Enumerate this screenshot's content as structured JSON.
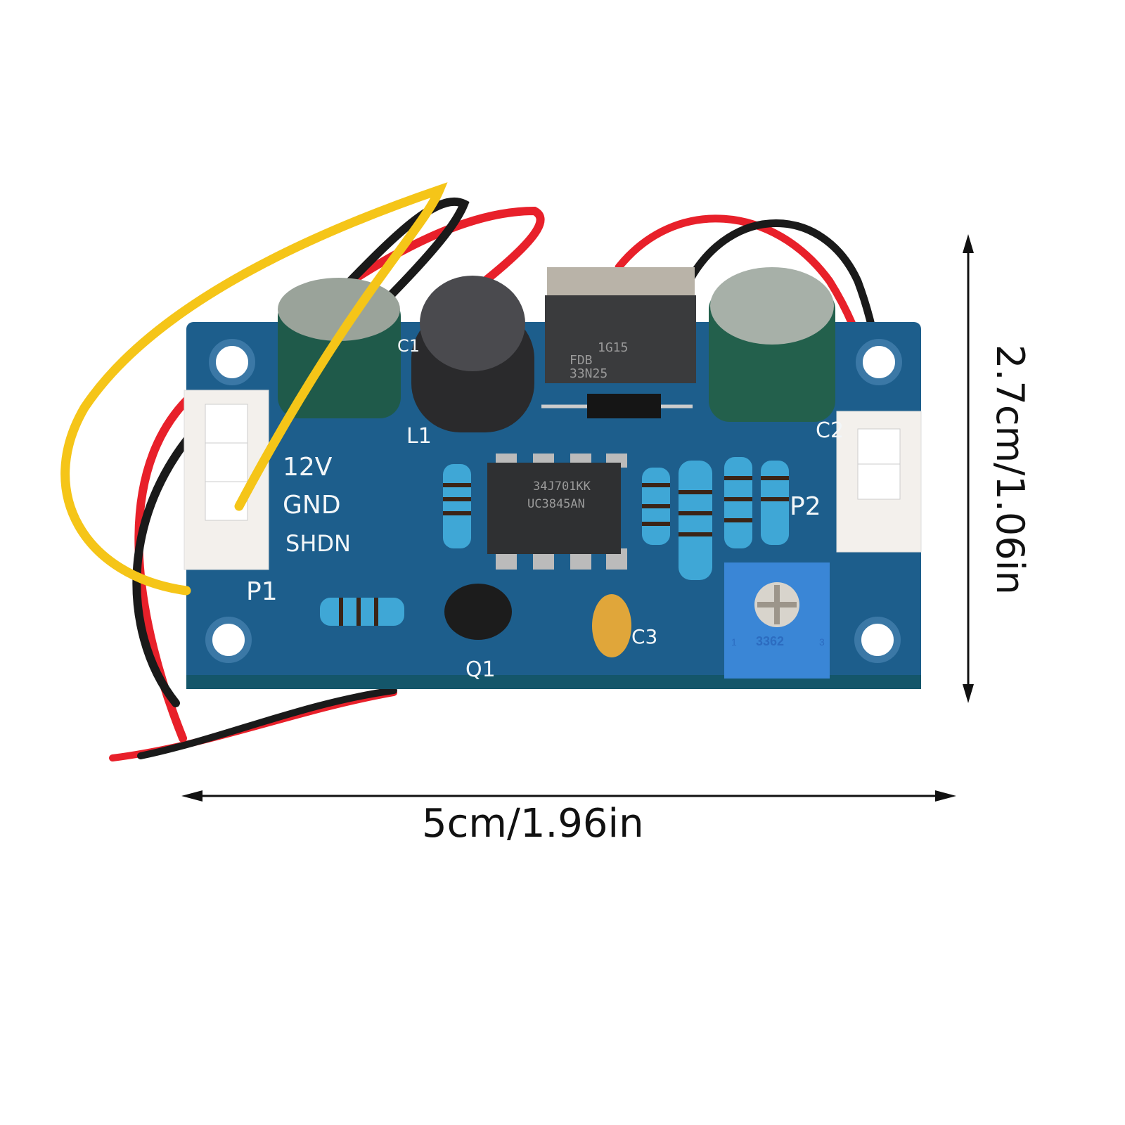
{
  "board": {
    "labels": {
      "v12": "12V",
      "gnd": "GND",
      "shdn": "SHDN",
      "p1": "P1",
      "p2": "P2",
      "l1": "L1",
      "c1": "C1",
      "c2": "C2",
      "c3": "C3",
      "q1": "Q1"
    },
    "ic": {
      "line1": "34J701KK",
      "line2": "UC3845AN"
    },
    "mosfet": {
      "line1": "1G15",
      "line2": "FDB",
      "line3": "33N25"
    },
    "pot": {
      "code": "3362",
      "pin1": "1",
      "pin3": "3"
    },
    "colors": {
      "pcb": "#1d5e8c",
      "wire_red": "#e8202a",
      "wire_black": "#1a1a1a",
      "wire_yellow": "#f5c518"
    }
  },
  "dimensions": {
    "height_label": "2.7cm/1.06in",
    "width_label": "5cm/1.96in"
  }
}
